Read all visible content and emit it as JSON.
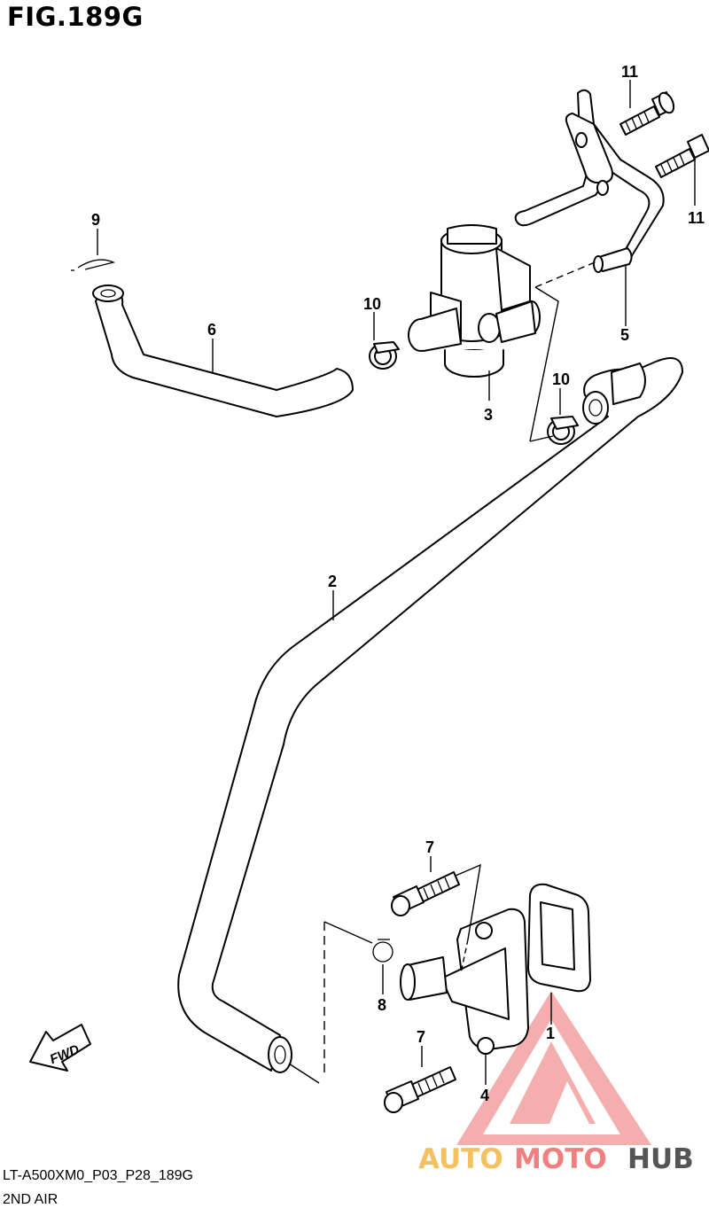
{
  "figure": {
    "title": "FIG.189G",
    "code": "LT-A500XM0_P03_P28_189G",
    "section": "2ND AIR"
  },
  "callouts": [
    {
      "id": "11",
      "label": "11"
    },
    {
      "id": "11b",
      "label": "11"
    },
    {
      "id": "9",
      "label": "9"
    },
    {
      "id": "10",
      "label": "10"
    },
    {
      "id": "6",
      "label": "6"
    },
    {
      "id": "5",
      "label": "5"
    },
    {
      "id": "3",
      "label": "3"
    },
    {
      "id": "10b",
      "label": "10"
    },
    {
      "id": "2",
      "label": "2"
    },
    {
      "id": "7",
      "label": "7"
    },
    {
      "id": "8",
      "label": "8"
    },
    {
      "id": "1",
      "label": "1"
    },
    {
      "id": "7b",
      "label": "7"
    },
    {
      "id": "4",
      "label": "4"
    }
  ],
  "fwd_label": "FWD",
  "watermark": {
    "text_part1": "AUTO",
    "text_part2": "MOTO",
    "text_part3": "HUB",
    "color_primary": "#f08080",
    "color_secondary": "#f5c060",
    "color_dark": "#555555"
  }
}
